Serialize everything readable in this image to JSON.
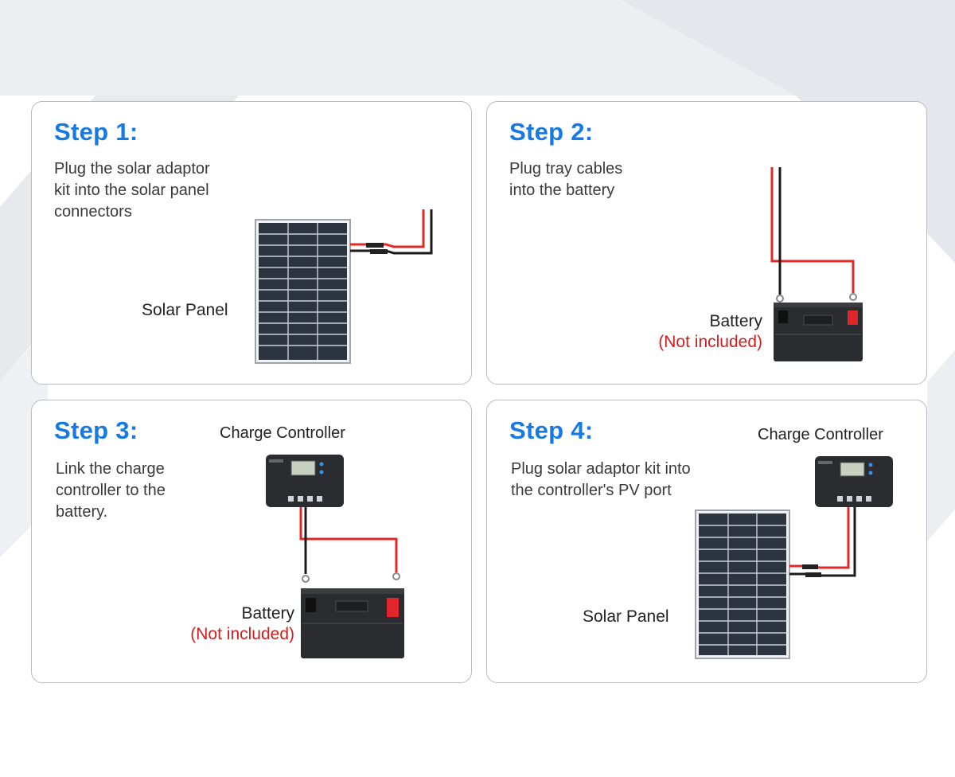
{
  "steps": [
    {
      "title": "Step 1:",
      "description": "Plug the solar adaptor\nkit into the solar panel\nconnectors",
      "labels": {
        "panel": "Solar Panel"
      }
    },
    {
      "title": "Step 2:",
      "description": "Plug tray cables\ninto the battery",
      "labels": {
        "battery": "Battery",
        "battery_note": "(Not included)"
      }
    },
    {
      "title": "Step 3:",
      "description": "Link the charge\ncontroller to the\nbattery.",
      "labels": {
        "controller": "Charge Controller",
        "battery": "Battery",
        "battery_note": "(Not included)"
      }
    },
    {
      "title": "Step 4:",
      "description": "Plug solar adaptor kit into\nthe controller's PV port",
      "labels": {
        "controller": "Charge Controller",
        "panel": "Solar Panel"
      }
    }
  ],
  "colors": {
    "accent": "#1679e4",
    "cable_red": "#e02a2a",
    "cable_black": "#1a1a1a",
    "note_red": "#d21e1e"
  },
  "icons": [
    "solar-panel-icon",
    "battery-icon",
    "charge-controller-icon",
    "cable-icon"
  ]
}
